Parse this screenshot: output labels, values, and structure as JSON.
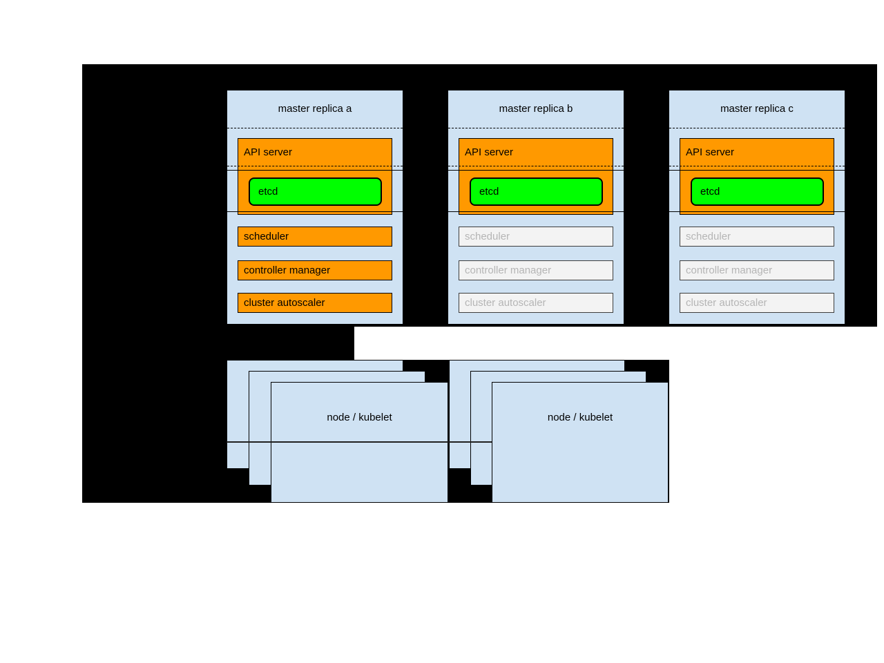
{
  "colors": {
    "background": "#000000",
    "panel_blue": "#cfe2f3",
    "active_orange": "#ff9900",
    "etcd_green": "#00ff00",
    "inactive_fill": "#f3f3f3",
    "inactive_text": "#b5b5b5"
  },
  "masters": [
    {
      "title": "master replica a",
      "api_server_label": "API server",
      "etcd_label": "etcd",
      "scheduler_label": "scheduler",
      "controller_manager_label": "controller manager",
      "cluster_autoscaler_label": "cluster autoscaler",
      "secondary_components_state": "active"
    },
    {
      "title": "master replica b",
      "api_server_label": "API server",
      "etcd_label": "etcd",
      "scheduler_label": "scheduler",
      "controller_manager_label": "controller manager",
      "cluster_autoscaler_label": "cluster autoscaler",
      "secondary_components_state": "inactive"
    },
    {
      "title": "master replica c",
      "api_server_label": "API server",
      "etcd_label": "etcd",
      "scheduler_label": "scheduler",
      "controller_manager_label": "controller manager",
      "cluster_autoscaler_label": "cluster autoscaler",
      "secondary_components_state": "inactive"
    }
  ],
  "node_stacks": [
    {
      "label": "node / kubelet"
    },
    {
      "label": "node / kubelet"
    }
  ]
}
